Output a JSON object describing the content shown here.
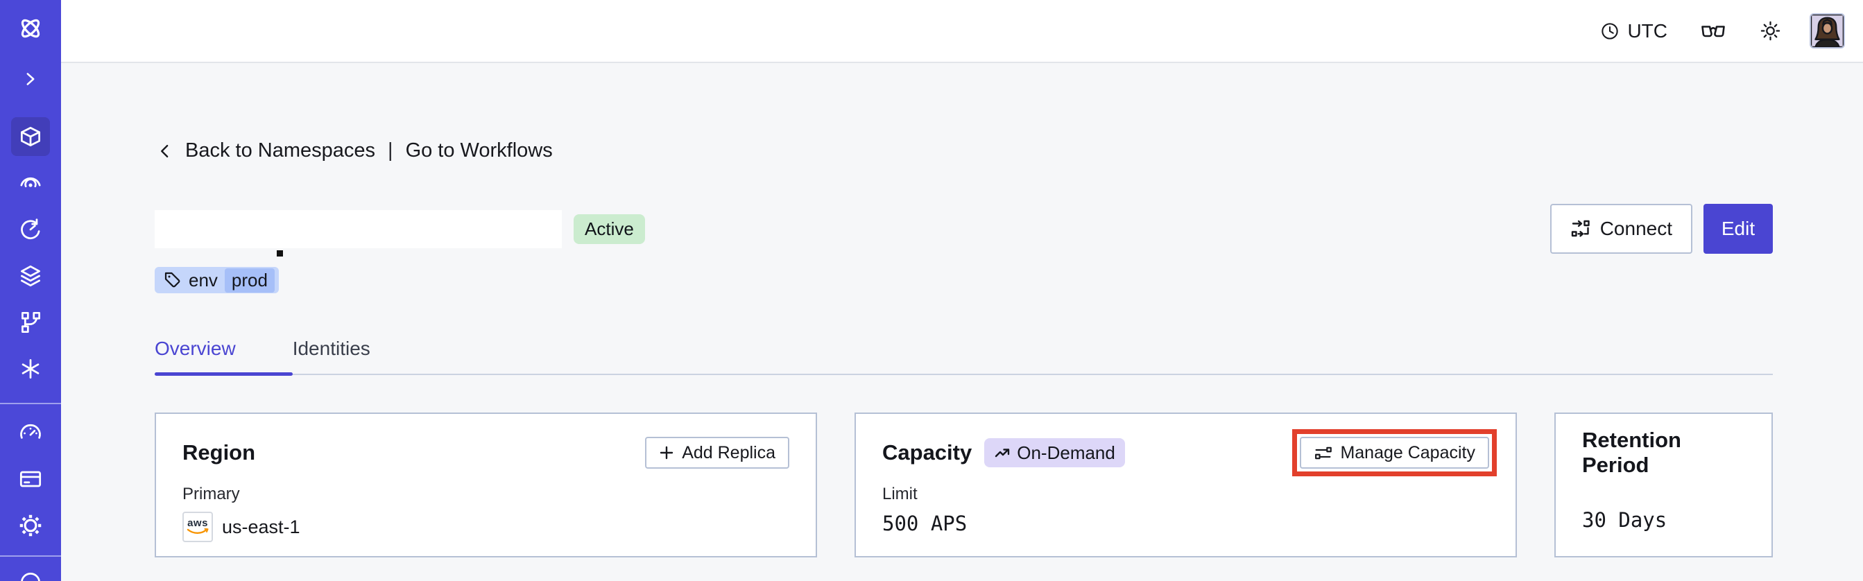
{
  "topbar": {
    "timezone": "UTC"
  },
  "breadcrumb": {
    "back": "Back to Namespaces",
    "separator": "|",
    "workflows": "Go to Workflows"
  },
  "namespace": {
    "status": "Active",
    "tag": {
      "key": "env",
      "value": "prod"
    },
    "actions": {
      "connect": "Connect",
      "edit": "Edit"
    }
  },
  "tabs": [
    {
      "label": "Overview",
      "active": true
    },
    {
      "label": "Identities",
      "active": false
    }
  ],
  "cards": {
    "region": {
      "title": "Region",
      "action": "Add Replica",
      "plus": "+",
      "label": "Primary",
      "provider": "aws",
      "value": "us-east-1"
    },
    "capacity": {
      "title": "Capacity",
      "badge": "On-Demand",
      "action": "Manage Capacity",
      "label": "Limit",
      "value": "500 APS"
    },
    "retention": {
      "title": "Retention Period",
      "value": "30 Days"
    }
  },
  "colors": {
    "sidebar_bg": "#4b48d8",
    "sidebar_active_bg": "#423eb9",
    "accent": "#4a45d2",
    "page_bg": "#f6f7f9",
    "card_border": "#b5c0d5",
    "status_active_bg": "#cbeccf",
    "tag_bg": "#c5d6fb",
    "tag_inner_bg": "#a6bff8",
    "ondemand_bg": "#ddd7f8",
    "highlight_red": "#e2402c",
    "aws_navy": "#252f3e",
    "aws_orange": "#f79400"
  },
  "icons": [
    "temporal-logo",
    "chevron-right",
    "cube-namespaces",
    "vortex",
    "clock-history",
    "layers",
    "branch-squares",
    "asterisk",
    "gauge",
    "credit-card",
    "gear",
    "clock",
    "glasses",
    "sun",
    "chevron-left",
    "tag",
    "connect-flow",
    "plus",
    "sliders",
    "trending-up"
  ]
}
